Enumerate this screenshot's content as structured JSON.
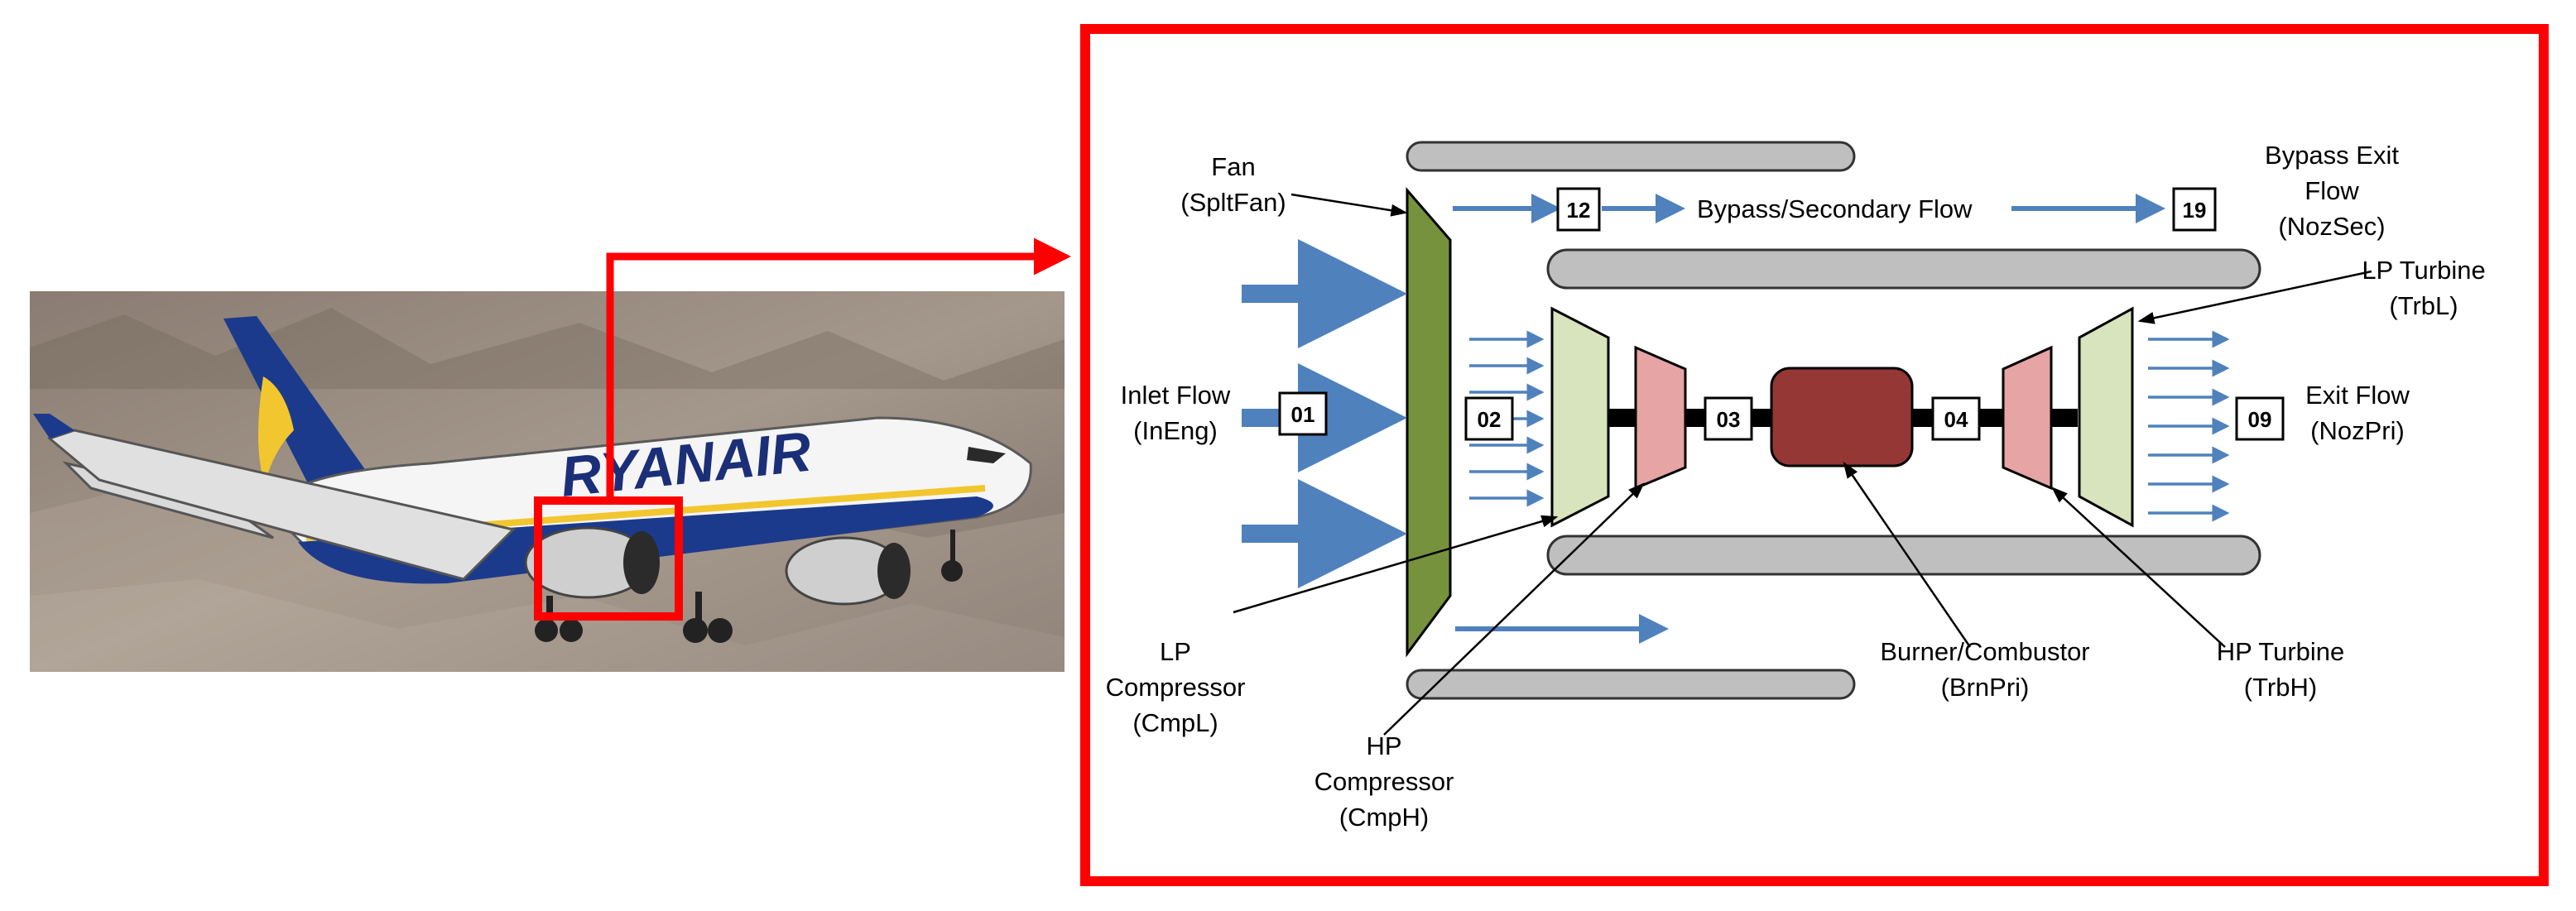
{
  "photo": {
    "airline_livery": "RYANAIR",
    "colors": {
      "fuselage": "#ffffff",
      "tail": "#1c3a8c",
      "livery_stripe": "#f2c62e",
      "backdrop": "#9d8f84"
    }
  },
  "diagram": {
    "components": {
      "fan": "Fan",
      "fan_code": "(SpltFan)",
      "inlet": "Inlet Flow",
      "inlet_code": "(InEng)",
      "bypass_flow": "Bypass/Secondary Flow",
      "bypass_exit_1": "Bypass Exit",
      "bypass_exit_2": "Flow",
      "bypass_exit_code": "(NozSec)",
      "lp_turbine": "LP Turbine",
      "lp_turbine_code": "(TrbL)",
      "exit_flow": "Exit Flow",
      "exit_flow_code": "(NozPri)",
      "lp_comp_1": "LP",
      "lp_comp_2": "Compressor",
      "lp_comp_code": "(CmpL)",
      "hp_comp_1": "HP",
      "hp_comp_2": "Compressor",
      "hp_comp_code": "(CmpH)",
      "burner": "Burner/Combustor",
      "burner_code": "(BrnPri)",
      "hp_turbine": "HP Turbine",
      "hp_turbine_code": "(TrbH)"
    },
    "stations": {
      "s01": "01",
      "s02": "02",
      "s03": "03",
      "s04": "04",
      "s09": "09",
      "s12": "12",
      "s19": "19"
    },
    "colors": {
      "highlight": "#ff0000",
      "fan": "#76923c",
      "compressor_lp": "#d7e4bd",
      "compressor_hp": "#e6a4a4",
      "burner": "#953735",
      "casing": "#bfbfbf",
      "flow_arrow": "#4f81bd"
    }
  }
}
